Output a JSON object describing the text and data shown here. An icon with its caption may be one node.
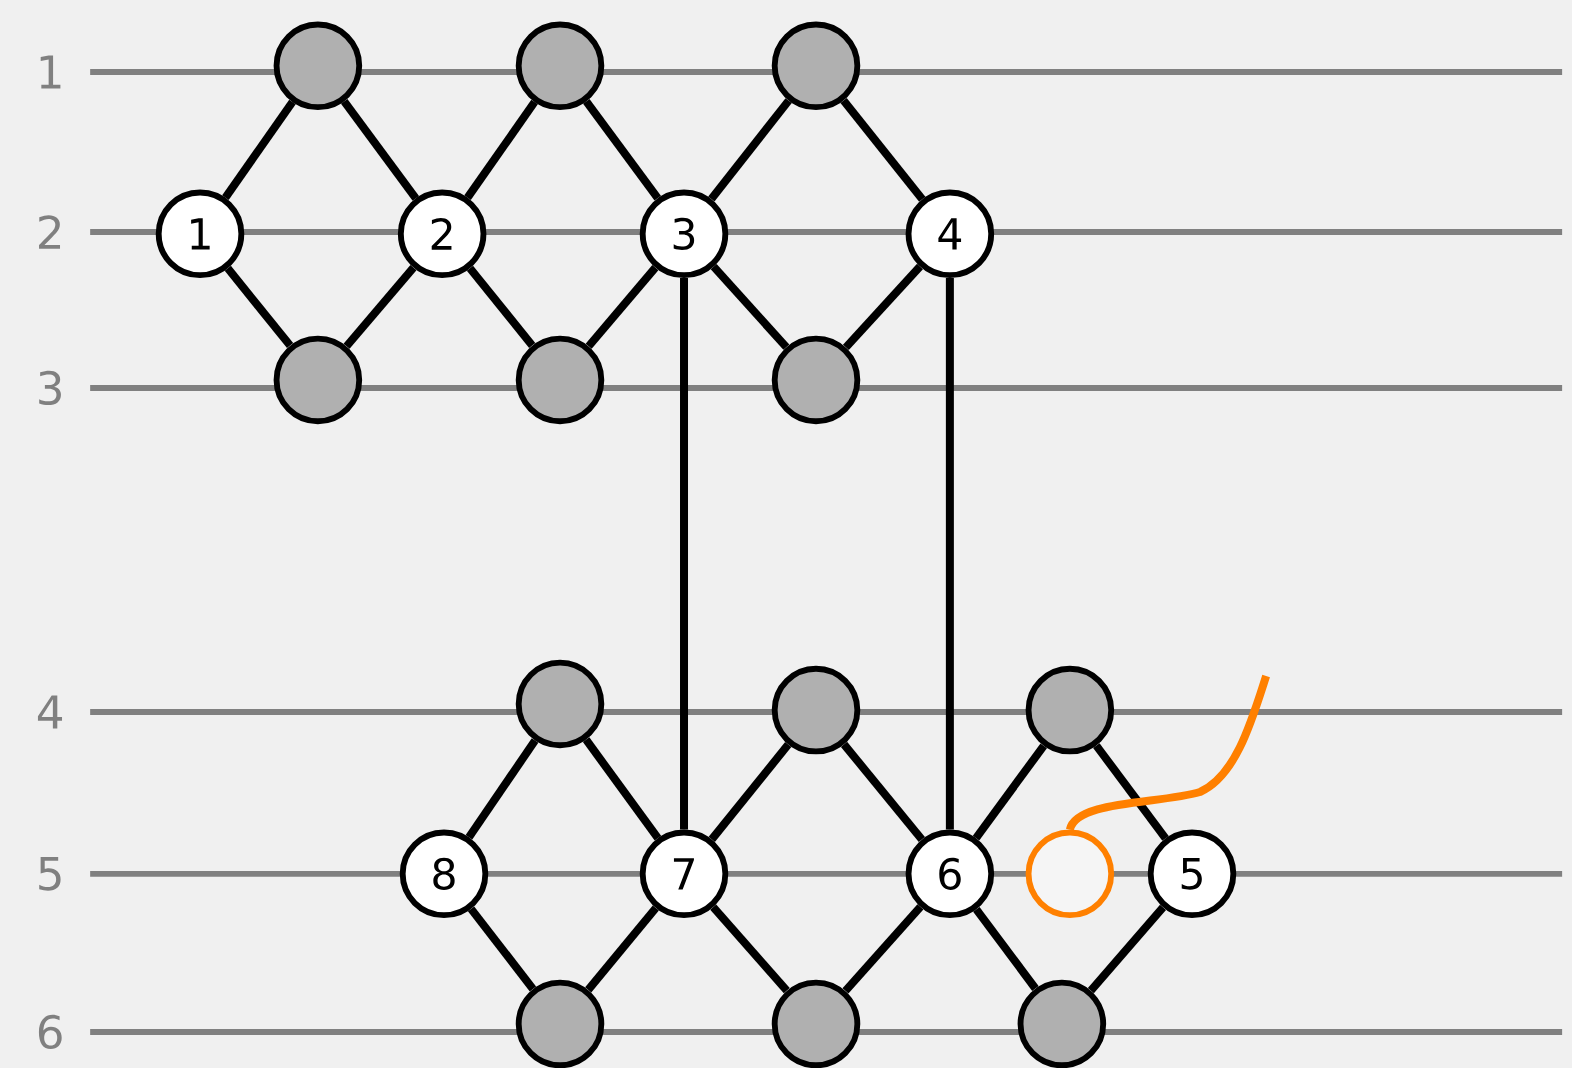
{
  "diagram": {
    "nodes": [
      {
        "text": [],
        "shape": "circle"
      },
      {
        "text": [],
        "shape": "circle"
      },
      {
        "text": [],
        "shape": "circle"
      },
      {
        "text": [
          "1"
        ]
      },
      {
        "text": [
          "2"
        ]
      },
      {
        "text": [
          "3"
        ]
      },
      {
        "text": [
          "4"
        ]
      },
      {
        "text": [],
        "shape": "circle"
      },
      {
        "text": [],
        "shape": "circle"
      },
      {
        "text": [],
        "shape": "circle"
      },
      {
        "text": [],
        "shape": "circle"
      },
      {
        "text": [],
        "shape": "circle"
      },
      {
        "text": [],
        "shape": "circle"
      },
      {
        "text": [
          "8"
        ]
      },
      {
        "text": [
          "7"
        ]
      },
      {
        "text": [
          "6"
        ]
      },
      {
        "text": [],
        "shape": "circle"
      },
      {
        "text": [
          "5"
        ]
      },
      {
        "text": [],
        "shape": "circle"
      },
      {
        "text": [],
        "shape": "circle"
      },
      {
        "text": [],
        "shape": "circle"
      }
    ],
    "edges": [
      {
        "from": 3,
        "to": 0,
        "arrow": "none"
      },
      {
        "from": 0,
        "to": 4,
        "arrow": "none"
      },
      {
        "from": 3,
        "to": 7,
        "arrow": "none"
      },
      {
        "from": 7,
        "to": 4,
        "arrow": "none"
      },
      {
        "from": 4,
        "to": 1,
        "arrow": "none"
      },
      {
        "from": 1,
        "to": 5,
        "arrow": "none"
      },
      {
        "from": 4,
        "to": 8,
        "arrow": "none"
      },
      {
        "from": 8,
        "to": 5,
        "arrow": "none"
      },
      {
        "from": 5,
        "to": 2,
        "arrow": "none"
      },
      {
        "from": 2,
        "to": 6,
        "arrow": "none"
      },
      {
        "from": 5,
        "to": 9,
        "arrow": "none"
      },
      {
        "from": 9,
        "to": 6,
        "arrow": "none"
      },
      {
        "from": 5,
        "to": 14,
        "arrow": "none"
      },
      {
        "from": 6,
        "to": 15,
        "arrow": "none"
      },
      {
        "from": 13,
        "to": 10,
        "arrow": "none"
      },
      {
        "from": 10,
        "to": 14,
        "arrow": "none"
      },
      {
        "from": 13,
        "to": 18,
        "arrow": "none"
      },
      {
        "from": 18,
        "to": 14,
        "arrow": "none"
      },
      {
        "from": 14,
        "to": 11,
        "arrow": "none"
      },
      {
        "from": 11,
        "to": 15,
        "arrow": "none"
      },
      {
        "from": 14,
        "to": 19,
        "arrow": "none"
      },
      {
        "from": 19,
        "to": 15,
        "arrow": "none"
      },
      {
        "from": 15,
        "to": 12,
        "arrow": "none"
      },
      {
        "from": 12,
        "to": 17,
        "arrow": "none"
      },
      {
        "from": 15,
        "to": 20,
        "arrow": "none"
      },
      {
        "from": 20,
        "to": 17,
        "arrow": "none"
      },
      {
        "from": 16,
        "to": null,
        "arrow": "none",
        "color": "#ff8000"
      }
    ],
    "labels": [
      "1",
      "2",
      "3",
      "4",
      "5",
      "6"
    ]
  }
}
